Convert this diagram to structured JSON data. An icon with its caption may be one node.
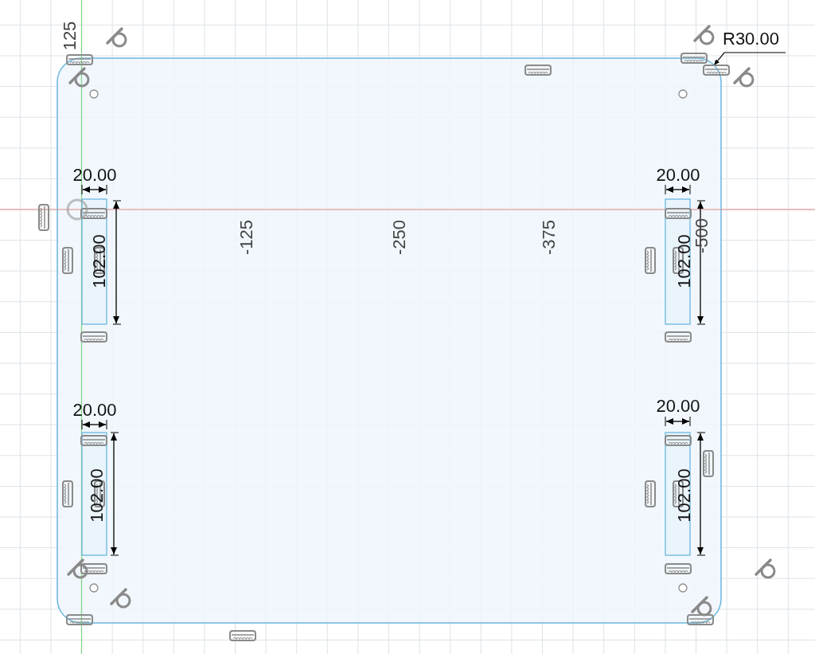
{
  "diagram": {
    "nodes": [
      {
        "text": [],
        "shape": "box"
      },
      {
        "text": [
          "R30.00"
        ]
      }
    ],
    "edges": [
      {
        "from": 1,
        "to": 0,
        "arrow": "to"
      }
    ],
    "labels": [
      "125",
      "20.00",
      "20.00",
      "-125",
      "-250",
      "-375",
      "-500",
      "102.00",
      "102.00",
      "20.00",
      "20.00",
      "102.00",
      "102.00"
    ]
  }
}
